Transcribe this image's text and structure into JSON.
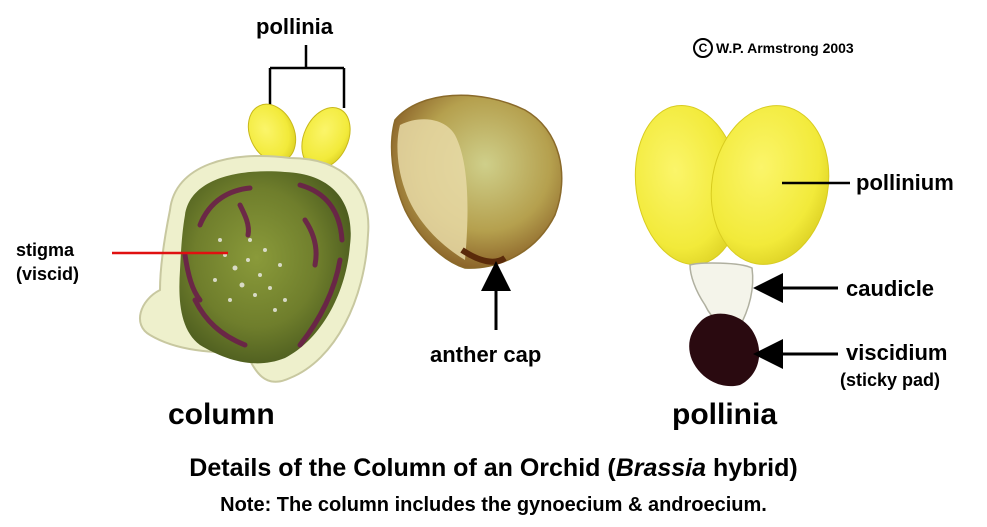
{
  "labels": {
    "pollinia_top": "pollinia",
    "stigma": "stigma",
    "stigma_sub": "(viscid)",
    "column": "column",
    "anther_cap": "anther cap",
    "pollinium": "pollinium",
    "caudicle": "caudicle",
    "viscidium": "viscidium",
    "viscidium_sub": "(sticky pad)",
    "pollinia_bottom": "pollinia"
  },
  "copyright": {
    "symbol": "C",
    "text": "W.P. Armstrong 2003"
  },
  "title": {
    "prefix": "Details of the Column of an Orchid (",
    "italic": "Brassia",
    "suffix": " hybrid)"
  },
  "note": "Note: The column includes the gynoecium & androecium.",
  "colors": {
    "pointer_red": "#e01010",
    "pollen_yellow": "#f2ea3a",
    "column_green": "#6f7e2c",
    "stripe_purple": "#6b1f4a",
    "anther_tan": "#b59a4a",
    "viscidium_dark": "#2a0a10"
  }
}
